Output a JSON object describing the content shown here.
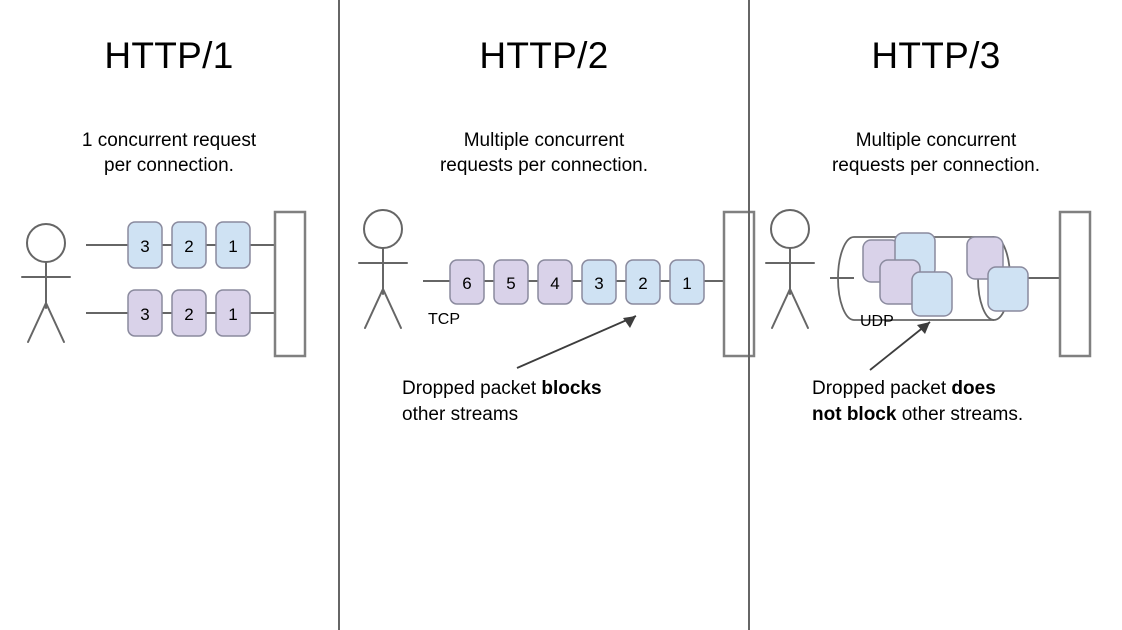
{
  "diagram": {
    "title": "HTTP/1 vs HTTP/2 vs HTTP/3",
    "background_color": "#ffffff",
    "divider_color": "#666666",
    "stroke_color": "#666666",
    "text_color": "#000000",
    "packet_blue_fill": "#cfe2f3",
    "packet_blue_stroke": "#8a8a9e",
    "packet_purple_fill": "#d9d2e9",
    "packet_purple_stroke": "#8a8a9e",
    "server_fill": "#ffffff",
    "server_stroke": "#808080"
  },
  "columns": [
    {
      "id": "http1",
      "title": "HTTP/1",
      "subtitle": "1 concurrent request\nper connection.",
      "transport_label": "",
      "caption_html": "",
      "streams": [
        {
          "name": "stream-blue",
          "color": "blue",
          "packets": [
            "3",
            "2",
            "1"
          ]
        },
        {
          "name": "stream-purple",
          "color": "purple",
          "packets": [
            "3",
            "2",
            "1"
          ]
        }
      ]
    },
    {
      "id": "http2",
      "title": "HTTP/2",
      "subtitle": "Multiple concurrent\nrequests per connection.",
      "transport_label": "TCP",
      "caption_html": "Dropped packet <b>blocks</b><br>other streams",
      "streams": [
        {
          "name": "tcp-queue",
          "color": "mixed",
          "packets": [
            "6",
            "5",
            "4",
            "3",
            "2",
            "1"
          ],
          "packet_colors": [
            "purple",
            "purple",
            "purple",
            "blue",
            "blue",
            "blue"
          ],
          "annotated_packet": "2"
        }
      ]
    },
    {
      "id": "http3",
      "title": "HTTP/3",
      "subtitle": "Multiple concurrent\nrequests per connection.",
      "transport_label": "UDP",
      "caption_html": "Dropped packet <b>does</b><br><b>not block</b> other streams.",
      "streams": [
        {
          "name": "udp-cylinder",
          "color": "mixed",
          "packets": [
            "",
            "",
            "",
            "",
            "",
            ""
          ],
          "packet_colors": [
            "purple",
            "blue",
            "purple",
            "blue",
            "purple",
            "blue"
          ],
          "annotated_packet": "bottom-center-blue"
        }
      ]
    }
  ]
}
